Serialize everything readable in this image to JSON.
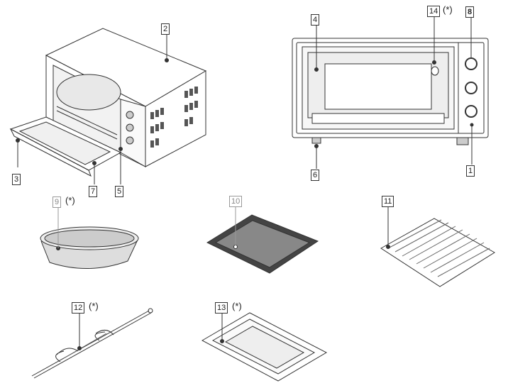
{
  "callouts": {
    "c1": "1",
    "c2": "2",
    "c3": "3",
    "c4": "4",
    "c5": "5",
    "c6": "6",
    "c7": "7",
    "c8": "8",
    "c9": "9",
    "c10": "10",
    "c11": "11",
    "c12": "12",
    "c13": "13",
    "c14": "14"
  },
  "optional_mark": "(*)"
}
